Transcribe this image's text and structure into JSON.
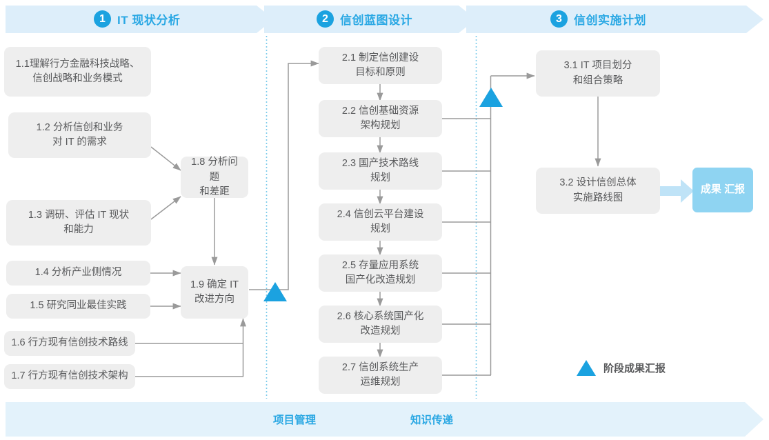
{
  "colors": {
    "banner_fill": "#ddeefa",
    "footer_fill": "#e3f2fb",
    "accent": "#2aa8e4",
    "accent_circle": "#1ba2e0",
    "box_fill": "#eeeeee",
    "box_text": "#58595b",
    "badge_fill": "#8fd4f2",
    "connector": "#9a9a9a",
    "divider": "#7ccbeb",
    "badge_arrow": "#bfe3f7"
  },
  "phases": [
    {
      "number": "1",
      "title": "IT 现状分析"
    },
    {
      "number": "2",
      "title": "信创蓝图设计"
    },
    {
      "number": "3",
      "title": "信创实施计划"
    }
  ],
  "boxes": {
    "b11": {
      "line1": "1.1理解行方金融科技战略、",
      "line2": "信创战略和业务模式"
    },
    "b12": {
      "line1": "1.2 分析信创和业务",
      "line2": "对 IT 的需求"
    },
    "b13": {
      "line1": "1.3 调研、评估 IT 现状",
      "line2": "和能力"
    },
    "b14": {
      "line1": "1.4 分析产业侧情况",
      "line2": ""
    },
    "b15": {
      "line1": "1.5 研究同业最佳实践",
      "line2": ""
    },
    "b16": {
      "line1": "1.6 行方现有信创技术路线",
      "line2": ""
    },
    "b17": {
      "line1": "1.7 行方现有信创技术架构",
      "line2": ""
    },
    "b18": {
      "line1": "1.8 分析问题",
      "line2": "和差距"
    },
    "b19": {
      "line1": "1.9 确定 IT",
      "line2": "改进方向"
    },
    "b21": {
      "line1": "2.1 制定信创建设",
      "line2": "目标和原则"
    },
    "b22": {
      "line1": "2.2 信创基础资源",
      "line2": "架构规划"
    },
    "b23": {
      "line1": "2.3 国产技术路线",
      "line2": "规划"
    },
    "b24": {
      "line1": "2.4 信创云平台建设",
      "line2": "规划"
    },
    "b25": {
      "line1": "2.5 存量应用系统",
      "line2": "国产化改造规划"
    },
    "b26": {
      "line1": "2.6 核心系统国产化",
      "line2": "改造规划"
    },
    "b27": {
      "line1": "2.7 信创系统生产",
      "line2": "运维规划"
    },
    "b31": {
      "line1": "3.1 IT 项目划分",
      "line2": "和组合策略"
    },
    "b32": {
      "line1": "3.2 设计信创总体",
      "line2": "实施路线图"
    }
  },
  "badge": {
    "line1": "成果",
    "line2": "汇报"
  },
  "legend": {
    "label": "阶段成果汇报"
  },
  "footer": {
    "left_label": "项目管理",
    "right_label": "知识传递"
  }
}
